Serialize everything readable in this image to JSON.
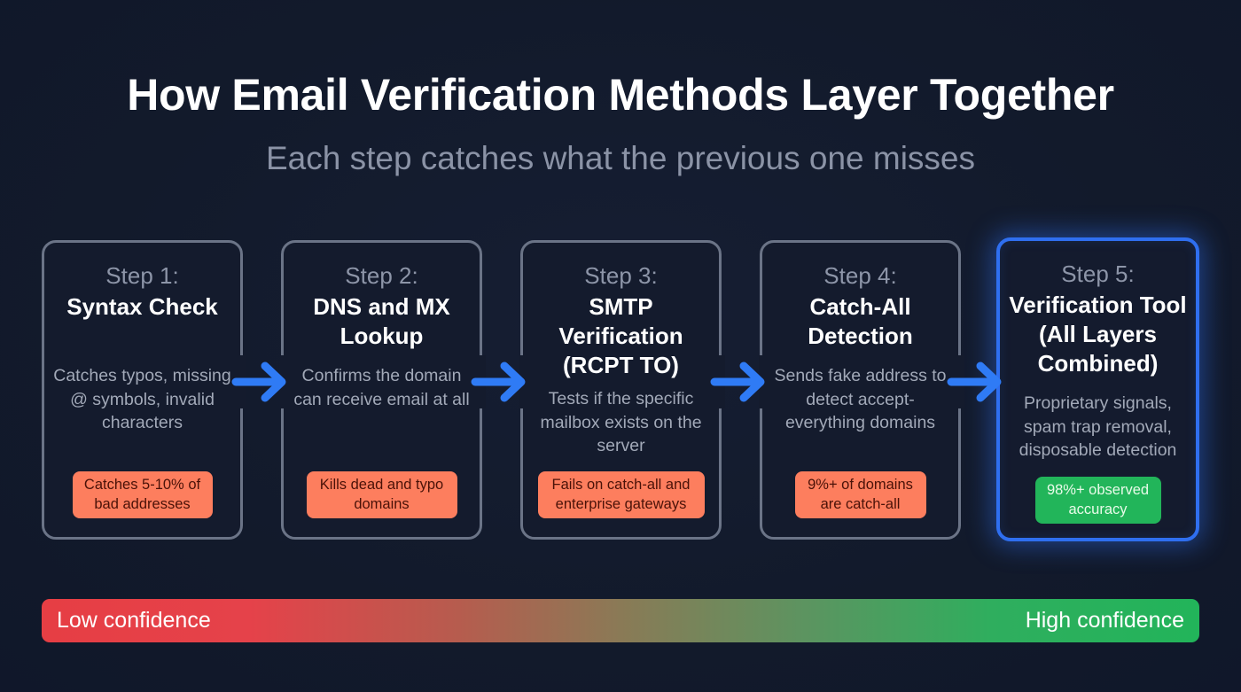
{
  "header": {
    "title": "How Email Verification Methods Layer Together",
    "subtitle": "Each step catches what the previous one misses"
  },
  "steps": [
    {
      "label": "Step 1:",
      "title": "Syntax Check",
      "description": "Catches typos, missing @ symbols, invalid characters",
      "badge": "Catches 5-10% of bad addresses",
      "badge_type": "warning"
    },
    {
      "label": "Step 2:",
      "title": "DNS and MX Lookup",
      "description": "Confirms the domain can receive email at all",
      "badge": "Kills dead and typo domains",
      "badge_type": "warning"
    },
    {
      "label": "Step 3:",
      "title": "SMTP Verification (RCPT TO)",
      "description": "Tests if the specific mailbox exists on the server",
      "badge": "Fails on catch-all and enterprise gateways",
      "badge_type": "warning"
    },
    {
      "label": "Step 4:",
      "title": "Catch-All Detection",
      "description": "Sends fake address to detect accept-everything domains",
      "badge": "9%+ of domains are catch-all",
      "badge_type": "warning"
    },
    {
      "label": "Step 5:",
      "title": "Verification Tool (All Layers Combined)",
      "description": "Proprietary signals, spam trap removal, disposable detection",
      "badge": "98%+ observed accuracy",
      "badge_type": "success"
    }
  ],
  "confidence_scale": {
    "low_label": "Low confidence",
    "high_label": "High confidence"
  },
  "icons": {
    "arrow": "arrow-right-icon"
  },
  "colors": {
    "background": "#131a2c",
    "card_border": "#6b7487",
    "highlight_border": "#2f6ff0",
    "arrow": "#2f7bf5",
    "warning_badge": "#fd7e5e",
    "success_badge": "#22b55a",
    "low_confidence": "#e63e44",
    "high_confidence": "#22b45a"
  }
}
